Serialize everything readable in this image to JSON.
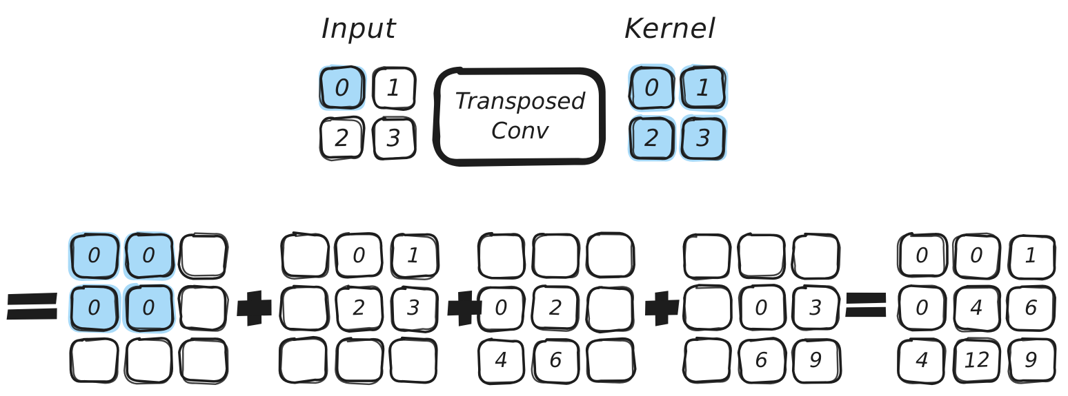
{
  "diagram": {
    "title_context": "Transposed Convolution step-by-step decomposition",
    "accent_blue": "#a8daf8",
    "stroke_color": "#1d1d1d",
    "background": "#ffffff"
  },
  "top": {
    "input_label": "Input",
    "kernel_label": "Kernel",
    "operation_box": {
      "line1": "Transposed",
      "line2": "Conv"
    },
    "input_matrix": {
      "rows": 2,
      "cols": 2,
      "cells": [
        [
          {
            "value": "0",
            "highlight": true
          },
          {
            "value": "1",
            "highlight": false
          }
        ],
        [
          {
            "value": "2",
            "highlight": false
          },
          {
            "value": "3",
            "highlight": false
          }
        ]
      ]
    },
    "kernel_matrix": {
      "rows": 2,
      "cols": 2,
      "cells": [
        [
          {
            "value": "0",
            "highlight": true
          },
          {
            "value": "1",
            "highlight": true
          }
        ],
        [
          {
            "value": "2",
            "highlight": true
          },
          {
            "value": "3",
            "highlight": true
          }
        ]
      ]
    }
  },
  "bottom": {
    "leading_operator": "=",
    "operators": [
      "+",
      "+",
      "+",
      "="
    ],
    "matrices": [
      {
        "name": "term-1",
        "rows": 3,
        "cols": 3,
        "cells": [
          [
            {
              "value": "0",
              "highlight": true
            },
            {
              "value": "0",
              "highlight": true
            },
            {
              "value": "",
              "highlight": false
            }
          ],
          [
            {
              "value": "0",
              "highlight": true
            },
            {
              "value": "0",
              "highlight": true
            },
            {
              "value": "",
              "highlight": false
            }
          ],
          [
            {
              "value": "",
              "highlight": false
            },
            {
              "value": "",
              "highlight": false
            },
            {
              "value": "",
              "highlight": false
            }
          ]
        ]
      },
      {
        "name": "term-2",
        "rows": 3,
        "cols": 3,
        "cells": [
          [
            {
              "value": "",
              "highlight": false
            },
            {
              "value": "0",
              "highlight": false
            },
            {
              "value": "1",
              "highlight": false
            }
          ],
          [
            {
              "value": "",
              "highlight": false
            },
            {
              "value": "2",
              "highlight": false
            },
            {
              "value": "3",
              "highlight": false
            }
          ],
          [
            {
              "value": "",
              "highlight": false
            },
            {
              "value": "",
              "highlight": false
            },
            {
              "value": "",
              "highlight": false
            }
          ]
        ]
      },
      {
        "name": "term-3",
        "rows": 3,
        "cols": 3,
        "cells": [
          [
            {
              "value": "",
              "highlight": false
            },
            {
              "value": "",
              "highlight": false
            },
            {
              "value": "",
              "highlight": false
            }
          ],
          [
            {
              "value": "0",
              "highlight": false
            },
            {
              "value": "2",
              "highlight": false
            },
            {
              "value": "",
              "highlight": false
            }
          ],
          [
            {
              "value": "4",
              "highlight": false
            },
            {
              "value": "6",
              "highlight": false
            },
            {
              "value": "",
              "highlight": false
            }
          ]
        ]
      },
      {
        "name": "term-4",
        "rows": 3,
        "cols": 3,
        "cells": [
          [
            {
              "value": "",
              "highlight": false
            },
            {
              "value": "",
              "highlight": false
            },
            {
              "value": "",
              "highlight": false
            }
          ],
          [
            {
              "value": "",
              "highlight": false
            },
            {
              "value": "0",
              "highlight": false
            },
            {
              "value": "3",
              "highlight": false
            }
          ],
          [
            {
              "value": "",
              "highlight": false
            },
            {
              "value": "6",
              "highlight": false
            },
            {
              "value": "9",
              "highlight": false
            }
          ]
        ]
      },
      {
        "name": "result",
        "rows": 3,
        "cols": 3,
        "cells": [
          [
            {
              "value": "0",
              "highlight": false
            },
            {
              "value": "0",
              "highlight": false
            },
            {
              "value": "1",
              "highlight": false
            }
          ],
          [
            {
              "value": "0",
              "highlight": false
            },
            {
              "value": "4",
              "highlight": false
            },
            {
              "value": "6",
              "highlight": false
            }
          ],
          [
            {
              "value": "4",
              "highlight": false
            },
            {
              "value": "12",
              "highlight": false
            },
            {
              "value": "9",
              "highlight": false
            }
          ]
        ]
      }
    ]
  }
}
